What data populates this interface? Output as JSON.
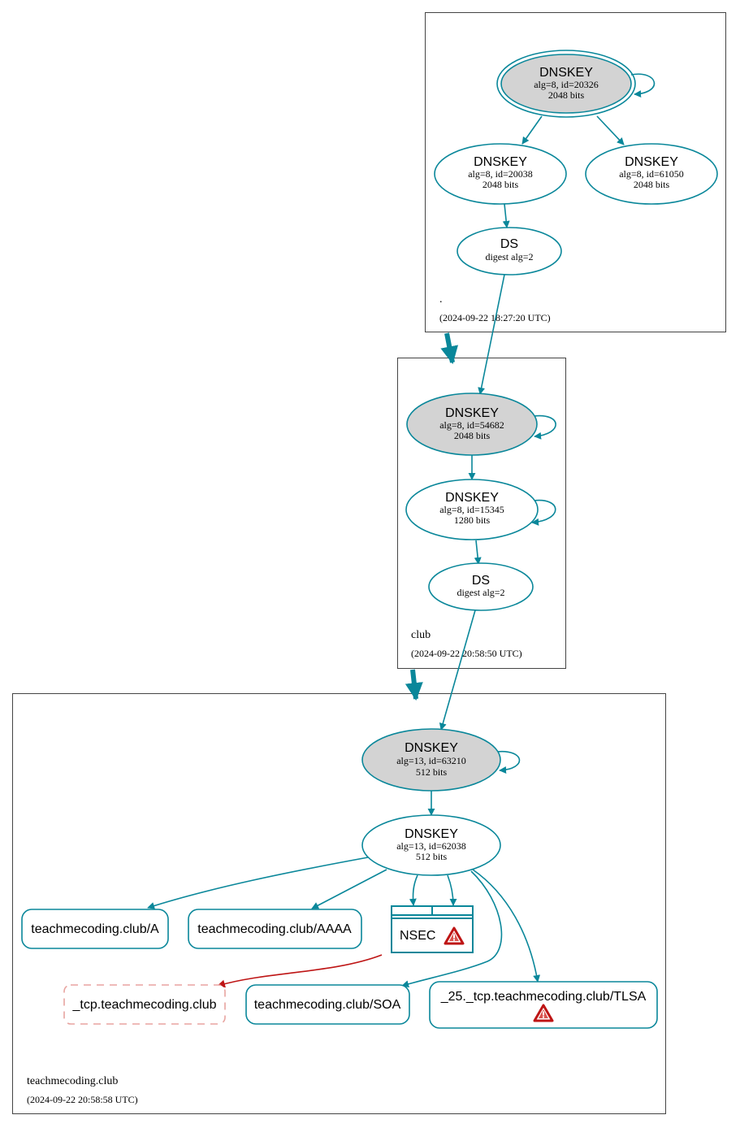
{
  "zones": {
    "root": {
      "name": ".",
      "timestamp": "(2024-09-22 18:27:20 UTC)"
    },
    "club": {
      "name": "club",
      "timestamp": "(2024-09-22 20:58:50 UTC)"
    },
    "domain": {
      "name": "teachmecoding.club",
      "timestamp": "(2024-09-22 20:58:58 UTC)"
    }
  },
  "nodes": {
    "root_ksk": {
      "title": "DNSKEY",
      "line1": "alg=8, id=20326",
      "line2": "2048 bits"
    },
    "root_zsk1": {
      "title": "DNSKEY",
      "line1": "alg=8, id=20038",
      "line2": "2048 bits"
    },
    "root_zsk2": {
      "title": "DNSKEY",
      "line1": "alg=8, id=61050",
      "line2": "2048 bits"
    },
    "root_ds": {
      "title": "DS",
      "line1": "digest alg=2"
    },
    "club_ksk": {
      "title": "DNSKEY",
      "line1": "alg=8, id=54682",
      "line2": "2048 bits"
    },
    "club_zsk": {
      "title": "DNSKEY",
      "line1": "alg=8, id=15345",
      "line2": "1280 bits"
    },
    "club_ds": {
      "title": "DS",
      "line1": "digest alg=2"
    },
    "tmc_ksk": {
      "title": "DNSKEY",
      "line1": "alg=13, id=63210",
      "line2": "512 bits"
    },
    "tmc_zsk": {
      "title": "DNSKEY",
      "line1": "alg=13, id=62038",
      "line2": "512 bits"
    }
  },
  "records": {
    "a": "teachmecoding.club/A",
    "aaaa": "teachmecoding.club/AAAA",
    "nsec": "NSEC",
    "tcp": "_tcp.teachmecoding.club",
    "soa": "teachmecoding.club/SOA",
    "tlsa": "_25._tcp.teachmecoding.club/TLSA"
  },
  "colors": {
    "secure": "#0a879a",
    "ksk_fill": "#d3d3d3",
    "error": "#be1515",
    "nonexistent": "#e8a4a0",
    "zone_border": "#444444"
  }
}
